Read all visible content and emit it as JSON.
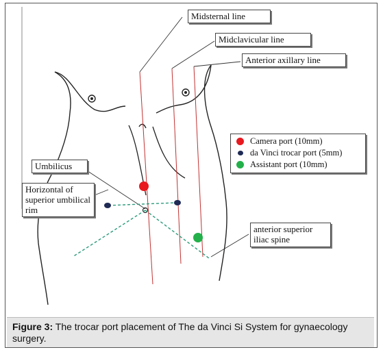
{
  "labels": {
    "midsternal": "Midsternal line",
    "midclavicular": "Midclavicular line",
    "anterior_axillary": "Anterior axillary line",
    "umbilicus": "Umbilicus",
    "horizontal_rim": "Horizontal of superior umbilical rim",
    "asis": "anterior superior iliac spine"
  },
  "legend": [
    {
      "label": "Camera port (10mm)",
      "color": "#e8191f"
    },
    {
      "label": "da Vinci trocar port (5mm)",
      "color": "#1f2a55"
    },
    {
      "label": "Assistant port (10mm)",
      "color": "#23b04a"
    }
  ],
  "caption": {
    "figure_label": "Figure 3:",
    "text": " The trocar port placement of The da Vinci Si System for gynaecology surgery."
  },
  "colors": {
    "port_line": "#c23030",
    "dashed": "#2a9a7a",
    "outline": "#222222"
  }
}
